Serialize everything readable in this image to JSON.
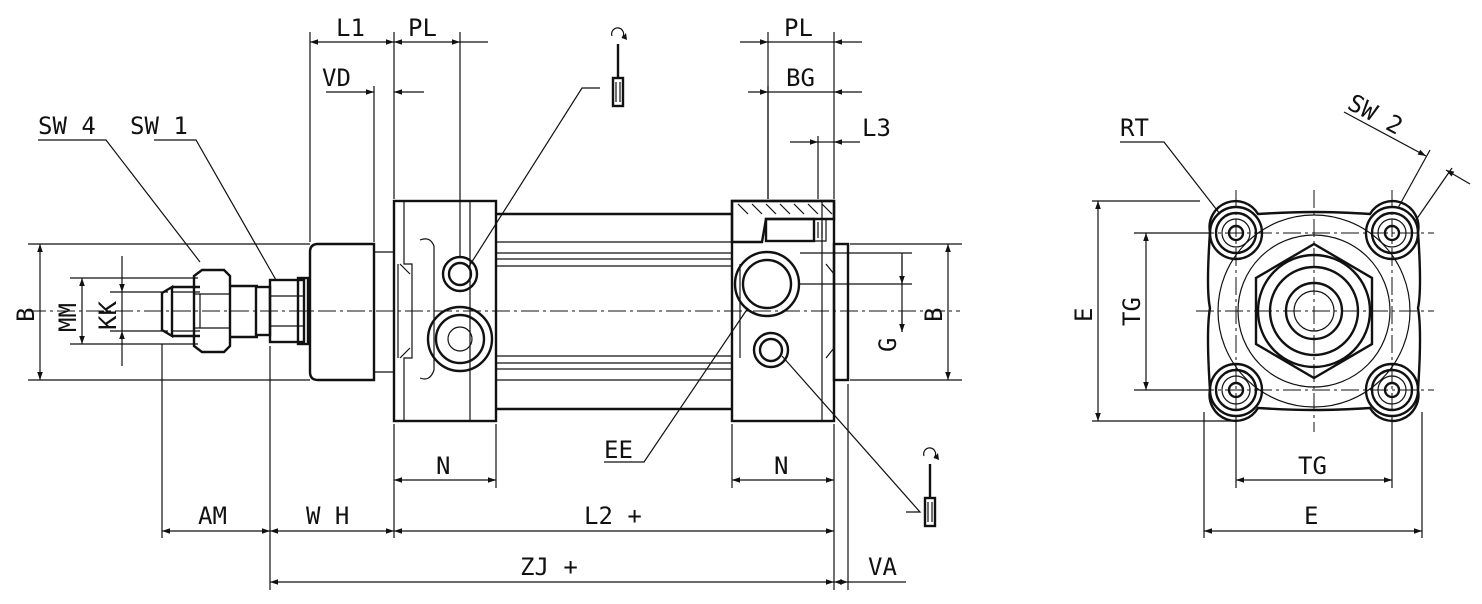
{
  "labels": {
    "L1": "L1",
    "PL": "PL",
    "VD": "VD",
    "BG": "BG",
    "L3": "L3",
    "SW4": "SW 4",
    "SW1": "SW 1",
    "SW2": "SW 2",
    "RT": "RT",
    "B": "B",
    "MM": "MM",
    "KK": "KK",
    "G": "G",
    "E": "E",
    "TG": "TG",
    "N": "N",
    "EE": "EE",
    "AM": "AM",
    "WH": "W H",
    "L2": "L2 +",
    "ZJ": "ZJ +",
    "VA": "VA"
  },
  "icons": {
    "adjust_tool": "screwdriver-with-rotation-icon"
  }
}
